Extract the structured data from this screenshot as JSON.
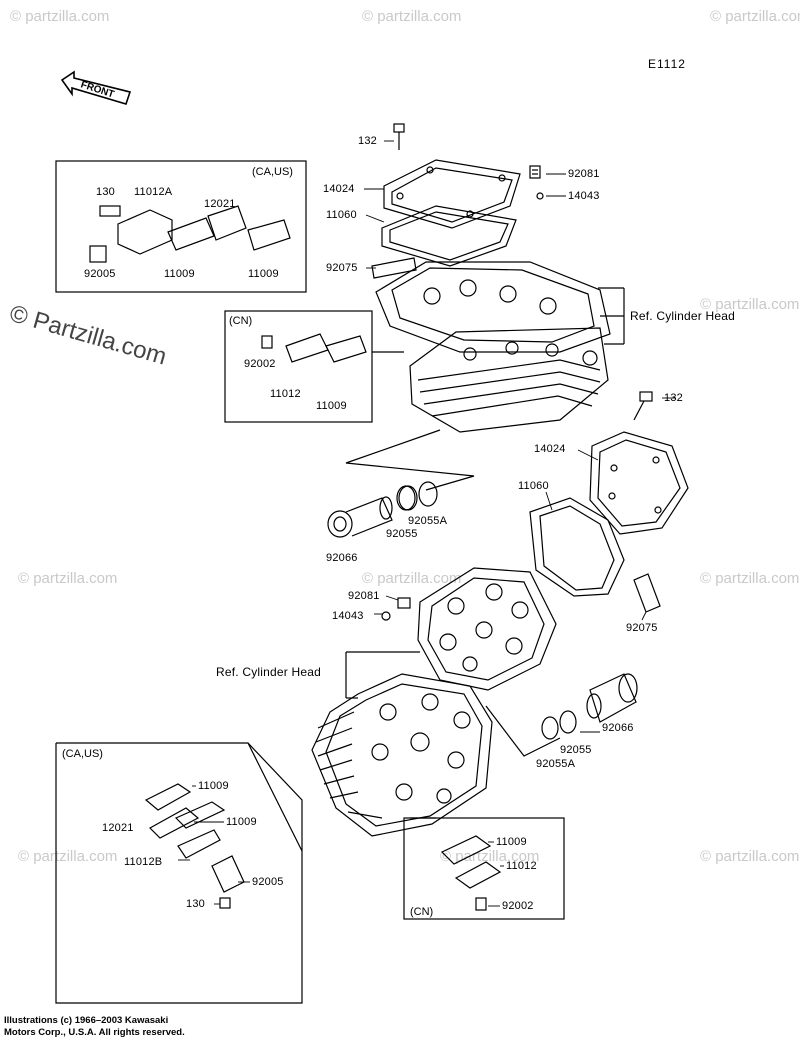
{
  "diagram_code": "E1112",
  "front_label": "FRONT",
  "watermark": "© Partzilla.com",
  "watermark_small": "© partzilla.com",
  "copyright_lines": [
    "Illustrations (c) 1966–2003 Kawasaki",
    "Motors Corp., U.S.A.  All rights reserved."
  ],
  "boxes": {
    "ca_us_top": "(CA,US)",
    "cn_top": "(CN)",
    "ca_us_bottom": "(CA,US)",
    "cn_bottom": "(CN)"
  },
  "refs": {
    "cyl_head_top": "Ref. Cylinder Head",
    "cyl_head_bottom": "Ref. Cylinder Head"
  },
  "parts": {
    "p132_top": "132",
    "p14024_top": "14024",
    "p11060_top": "11060",
    "p92075_top": "92075",
    "p92081_top": "92081",
    "p14043_top": "14043",
    "p130_a": "130",
    "p11012A": "11012A",
    "p12021_a": "12021",
    "p92005_a": "92005",
    "p11009_a1": "11009",
    "p11009_a2": "11009",
    "p92002_a": "92002",
    "p11012_a": "11012",
    "p11009_a3": "11009",
    "p132_mid": "132",
    "p14024_mid": "14024",
    "p11060_mid": "11060",
    "p92075_mid": "92075",
    "p92066_a": "92066",
    "p92055_a": "92055",
    "p92055A_a": "92055A",
    "p92081_mid": "92081",
    "p14043_mid": "14043",
    "p92066_b": "92066",
    "p92055_b": "92055",
    "p92055A_b": "92055A",
    "p11009_b1": "11009",
    "p12021_b": "12021",
    "p11009_b2": "11009",
    "p11012B": "11012B",
    "p92005_b": "92005",
    "p130_b": "130",
    "p11009_b3": "11009",
    "p11012_b": "11012",
    "p92002_b": "92002"
  }
}
